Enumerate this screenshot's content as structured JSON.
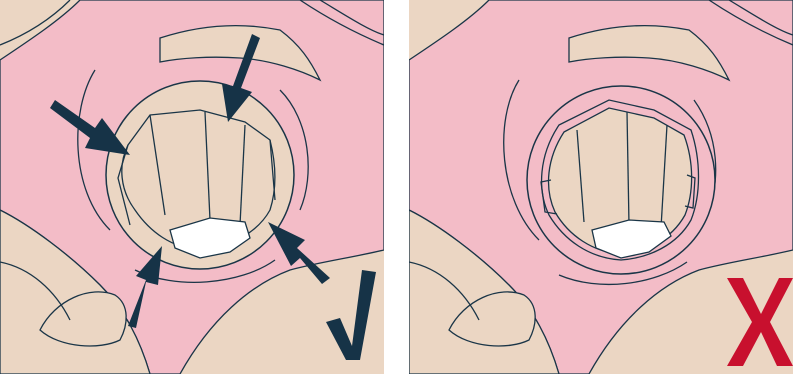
{
  "colors": {
    "skin": "#ebd6c3",
    "pink": "#f3bcc7",
    "line": "#1a3547",
    "arrow": "#163347",
    "check": "#163347",
    "cross": "#c8102e",
    "white": "#ffffff"
  },
  "panels": [
    {
      "id": "correct",
      "result": "correct",
      "icon": "check-mark-icon",
      "arrows": 4
    },
    {
      "id": "incorrect",
      "result": "incorrect",
      "icon": "cross-mark-icon",
      "arrows": 0
    }
  ]
}
